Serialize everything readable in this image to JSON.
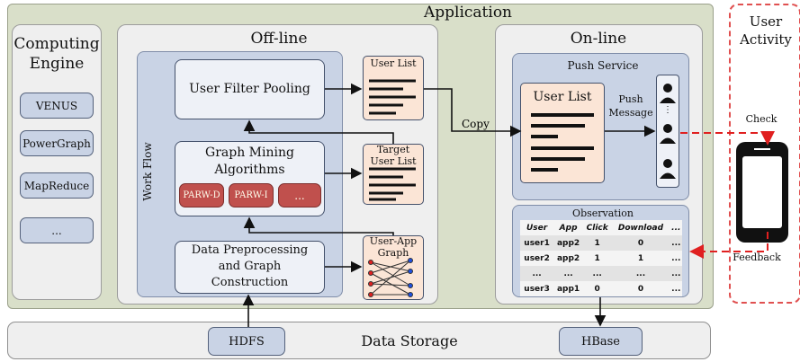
{
  "application_label": "Application",
  "offline_label": "Off-line",
  "online_label": "On-line",
  "computing_engine": {
    "title": "Computing\nEngine",
    "items": [
      "VENUS",
      "PowerGraph",
      "MapReduce",
      "..."
    ]
  },
  "workflow_label": "Work Flow",
  "user_filter_label": "User Filter Pooling",
  "graph_mining_label": "Graph Mining\nAlgorithms",
  "algorithms": [
    "PARW-D",
    "PARW-I",
    "..."
  ],
  "data_prep_label": "Data Preprocessing\nand Graph\nConstruction",
  "user_list_label": "User List",
  "target_user_list_label": "Target\nUser List",
  "user_app_graph_label": "User-App\nGraph",
  "copy_label": "Copy",
  "push_service_label": "Push Service",
  "push_user_list_label": "User List",
  "push_message_label": "Push\nMessage",
  "observation": {
    "title": "Observation",
    "headers": [
      "User",
      "App",
      "Click",
      "Download",
      "..."
    ],
    "rows": [
      [
        "user1",
        "app2",
        "1",
        "0",
        "..."
      ],
      [
        "user2",
        "app2",
        "1",
        "1",
        "..."
      ],
      [
        "...",
        "...",
        "...",
        "...",
        "..."
      ],
      [
        "user3",
        "app1",
        "0",
        "0",
        "..."
      ]
    ]
  },
  "user_activity_label": "User\nActivity",
  "check_label": "Check",
  "feedback_label": "Feedback",
  "data_storage_label": "Data Storage",
  "hdfs_label": "HDFS",
  "hbase_label": "HBase",
  "icons": [
    "user-icon",
    "phone-icon",
    "document-lines-icon",
    "bipartite-graph-icon"
  ]
}
